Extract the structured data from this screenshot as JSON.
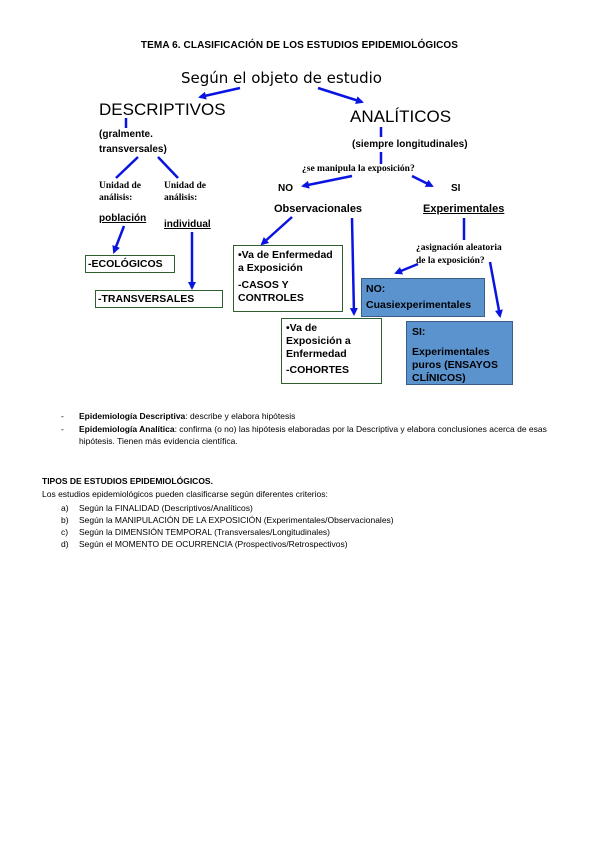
{
  "document": {
    "title": "TEMA 6. CLASIFICACIÓN DE LOS ESTUDIOS EPIDEMIOLÓGICOS"
  },
  "diagram": {
    "root": "Según el objeto de estudio",
    "descriptivos": {
      "label": "DESCRIPTIVOS",
      "note_line1": "(gralmente.",
      "note_line2": "transversales)",
      "unidad_left_line1": "Unidad de",
      "unidad_left_line2": "análisis:",
      "unidad_left_value": "población",
      "unidad_right_line1": "Unidad de",
      "unidad_right_line2": "análisis:",
      "unidad_right_value": "individual",
      "box_ecologicos": "-ECOLÓGICOS",
      "box_transversales": "-TRANSVERSALES"
    },
    "analiticos": {
      "label": "ANALÍTICOS",
      "note": "(siempre longitudinales)",
      "question": "¿se manipula la exposición?",
      "no_label": "NO",
      "si_label": "SI",
      "observacionales": "Observacionales",
      "experimentales": "Experimentales",
      "box_casos_line1": "•Va de Enfermedad",
      "box_casos_line2": "a Exposición",
      "box_casos_line3": "-CASOS Y",
      "box_casos_line4": "CONTROLES",
      "box_cohortes_line1": "•Va de",
      "box_cohortes_line2": "Exposición a",
      "box_cohortes_line3": "Enfermedad",
      "box_cohortes_line4": "-COHORTES",
      "question2_line1": "¿asignación aleatoria",
      "question2_line2": "de la exposición?",
      "box_no_line1": "NO:",
      "box_no_line2": "Cuasiexperimentales",
      "box_si_line1": "SI:",
      "box_si_line2": "Experimentales",
      "box_si_line3": "puros (ENSAYOS",
      "box_si_line4": "CLÍNICOS)"
    }
  },
  "bullets": [
    {
      "marker": "-",
      "term": "Epidemiología Descriptiva",
      "text_line1": ": describe y elabora hipótesis",
      "text_line2": ""
    },
    {
      "marker": "-",
      "term": "Epidemiología Analítica",
      "text_line1": ": confirma (o no) las hipótesis elaboradas por la Descriptiva y elabora conclusiones acerca de esas",
      "text_line2": "hipótesis. Tienen más evidencia científica."
    }
  ],
  "tipos": {
    "heading": "TIPOS DE ESTUDIOS EPIDEMIOLÓGICOS.",
    "intro": "Los estudios epidemiológicos pueden clasificarse según diferentes criterios:",
    "items": [
      {
        "letter": "a)",
        "text": "Según la FINALIDAD (Descriptivos/Analíticos)"
      },
      {
        "letter": "b)",
        "text": "Según la MANIPULACIÓN DE LA EXPOSICIÓN (Experimentales/Observacionales)"
      },
      {
        "letter": "c)",
        "text": "Según la DIMENSIÓN TEMPORAL (Transversales/Longitudinales)"
      },
      {
        "letter": "d)",
        "text": "Según el MOMENTO DE OCURRENCIA (Prospectivos/Retrospectivos)"
      }
    ]
  }
}
